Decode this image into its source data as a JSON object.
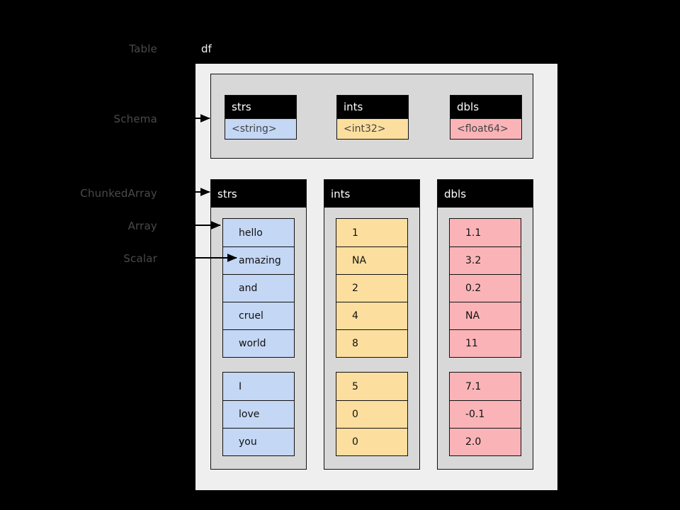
{
  "labels": {
    "table": "Table",
    "schema": "Schema",
    "chunked_array": "ChunkedArray",
    "array": "Array",
    "scalar": "Scalar"
  },
  "table": {
    "name": "df"
  },
  "colors": {
    "background": "#000000",
    "table_bg": "#efefef",
    "panel_bg": "#d8d8d8",
    "header_bg": "#000000",
    "header_fg": "#ffffff",
    "string_fill": "#c4d7f5",
    "int_fill": "#fcdf9e",
    "float_fill": "#fab4b8",
    "stroke": "#111111",
    "label_fg": "#4a4a4a"
  },
  "schema": {
    "fields": [
      {
        "name": "strs",
        "type": "<string>",
        "fill": "#c4d7f5"
      },
      {
        "name": "ints",
        "type": "<int32>",
        "fill": "#fcdf9e"
      },
      {
        "name": "dbls",
        "type": "<float64>",
        "fill": "#fab4b8"
      }
    ]
  },
  "columns": [
    {
      "name": "strs",
      "fill": "#c4d7f5",
      "chunks": [
        [
          "hello",
          "amazing",
          "and",
          "cruel",
          "world"
        ],
        [
          "I",
          "love",
          "you"
        ]
      ]
    },
    {
      "name": "ints",
      "fill": "#fcdf9e",
      "chunks": [
        [
          "1",
          "NA",
          "2",
          "4",
          "8"
        ],
        [
          "5",
          "0",
          "0"
        ]
      ]
    },
    {
      "name": "dbls",
      "fill": "#fab4b8",
      "chunks": [
        [
          "1.1",
          "3.2",
          "0.2",
          "NA",
          "11"
        ],
        [
          "7.1",
          "-0.1",
          "2.0"
        ]
      ]
    }
  ]
}
